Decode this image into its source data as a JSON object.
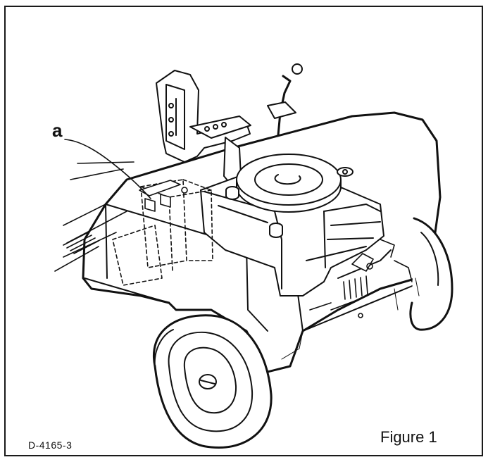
{
  "figure": {
    "title": "Figure 1",
    "document_id": "D-4165-3",
    "callouts": [
      {
        "label": "a"
      }
    ]
  },
  "colors": {
    "ink": "#111111",
    "paper": "#ffffff",
    "frame": "#1a1a1a"
  }
}
